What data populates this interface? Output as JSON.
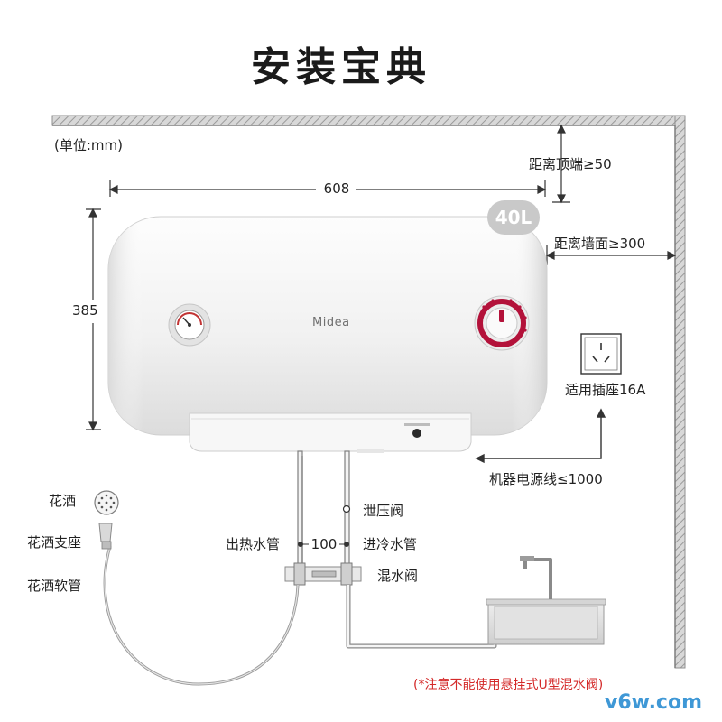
{
  "title": "安装宝典",
  "unit_note": "(单位:mm)",
  "dimensions": {
    "width": "608",
    "height": "385",
    "top_clearance": "距离顶端≥50",
    "wall_clearance": "距离墙面≥300",
    "pipe_spacing": "100"
  },
  "heater": {
    "brand": "Midea",
    "capacity": "40L"
  },
  "labels": {
    "socket": "适用插座16A",
    "power_cord": "机器电源线≤1000",
    "relief_valve": "泄压阀",
    "hot_pipe": "出热水管",
    "cold_pipe": "进冷水管",
    "mixing_valve": "混水阀",
    "shower_head": "花洒",
    "shower_bracket": "花洒支座",
    "shower_hose": "花洒软管"
  },
  "note": "(*注意不能使用悬挂式U型混水阀)",
  "watermark": "v6w.com",
  "colors": {
    "wall": "#a9a9a9",
    "heater_body": "#f4f4f4",
    "knob_accent": "#b3123a",
    "note": "#d42a2a",
    "watermark": "#3f98d6"
  }
}
